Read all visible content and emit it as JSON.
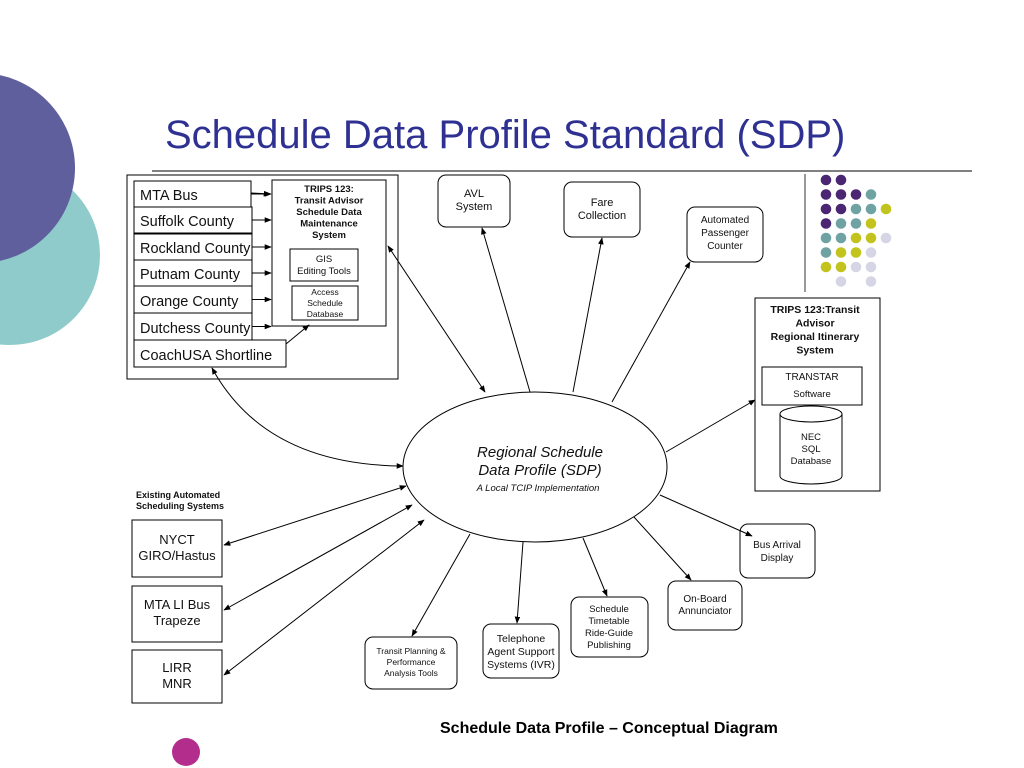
{
  "slide": {
    "title": "Schedule Data Profile Standard (SDP)",
    "caption": "Schedule Data Profile – Conceptual Diagram"
  },
  "colors": {
    "title": "#2e3192",
    "circle_purple": "#5f5f9e",
    "circle_teal": "#8fcbcb",
    "circle_magenta": "#b32d8c",
    "dot_purple": "#4b2672",
    "dot_teal": "#6fa3a3",
    "dot_lime": "#c3c31e",
    "dot_grey": "#d5d5e5"
  },
  "agencies": [
    "MTA Bus",
    "Suffolk County",
    "Rockland County",
    "Putnam County",
    "Orange County",
    "Dutchess County",
    "CoachUSA Shortline"
  ],
  "trips_maintenance": {
    "title_lines": [
      "TRIPS 123:",
      "Transit Advisor",
      "Schedule Data",
      "Maintenance",
      "System"
    ],
    "gis_lines": [
      "GIS",
      "Editing Tools"
    ],
    "access_lines": [
      "Access",
      "Schedule",
      "Database"
    ]
  },
  "top_nodes": {
    "avl": [
      "AVL",
      "System"
    ],
    "fare": [
      "Fare",
      "Collection"
    ],
    "apc": [
      "Automated",
      "Passenger",
      "Counter"
    ]
  },
  "sdp": {
    "lines": [
      "Regional Schedule",
      "Data Profile (SDP)"
    ],
    "subtitle": "A Local TCIP Implementation"
  },
  "trips_itinerary": {
    "title_lines": [
      "TRIPS 123:Transit",
      "Advisor",
      "Regional Itinerary",
      "System"
    ],
    "transtar": "TRANSTAR",
    "software": "Software",
    "db_lines": [
      "NEC",
      "SQL",
      "Database"
    ]
  },
  "existing": {
    "heading_lines": [
      "Existing Automated",
      "Scheduling Systems"
    ],
    "nyct": [
      "NYCT",
      "GIRO/Hastus"
    ],
    "mtali": [
      "MTA LI Bus",
      "Trapeze"
    ],
    "lirr": [
      "LIRR",
      "MNR"
    ]
  },
  "bottom_nodes": {
    "planning": [
      "Transit Planning &",
      "Performance",
      "Analysis Tools"
    ],
    "ivr": [
      "Telephone",
      "Agent Support",
      "Systems (IVR)"
    ],
    "timetable": [
      "Schedule",
      "Timetable",
      "Ride-Guide",
      "Publishing"
    ],
    "annunciator": [
      "On-Board",
      "Annunciator"
    ],
    "bus_arrival": [
      "Bus Arrival",
      "Display"
    ]
  }
}
